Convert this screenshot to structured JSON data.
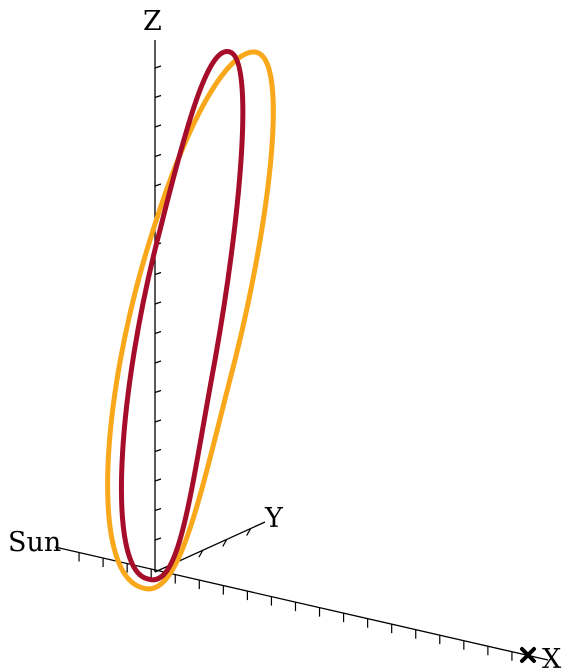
{
  "axes": {
    "z_label": "Z",
    "y_label": "Y",
    "x_label": "X",
    "sun_label": "Sun"
  },
  "colors": {
    "axis": "#000000",
    "orbit_red": "#a50d2a",
    "orbit_orange": "#f9a81b",
    "background": "#ffffff"
  },
  "markers": {
    "x_axis_end": "cross-marker"
  },
  "orbits": [
    {
      "name": "",
      "color_key": "orbit_red"
    },
    {
      "name": "",
      "color_key": "orbit_orange"
    }
  ]
}
